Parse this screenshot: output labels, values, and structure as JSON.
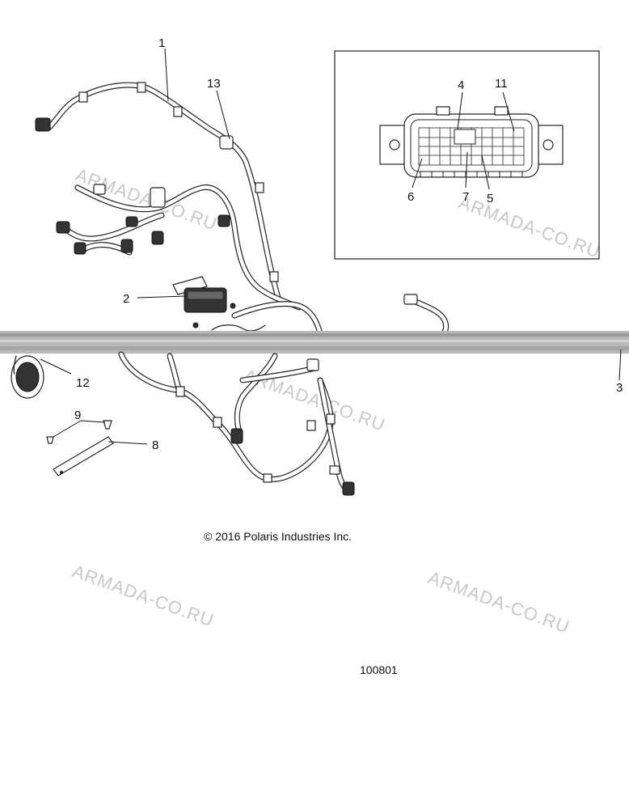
{
  "callouts": {
    "c1": "1",
    "c2": "2",
    "c3": "3",
    "c4": "4",
    "c5": "5",
    "c6": "6",
    "c7": "7",
    "c8": "8",
    "c9": "9",
    "c11": "11",
    "c12": "12",
    "c13": "13"
  },
  "copyright": "© 2016 Polaris Industries Inc.",
  "figure_number": "100801",
  "watermark": "ARMADA-CO.RU",
  "colors": {
    "line": "#222222",
    "watermark": "#c8c8c8",
    "tear_band": "#b8b8b8"
  }
}
